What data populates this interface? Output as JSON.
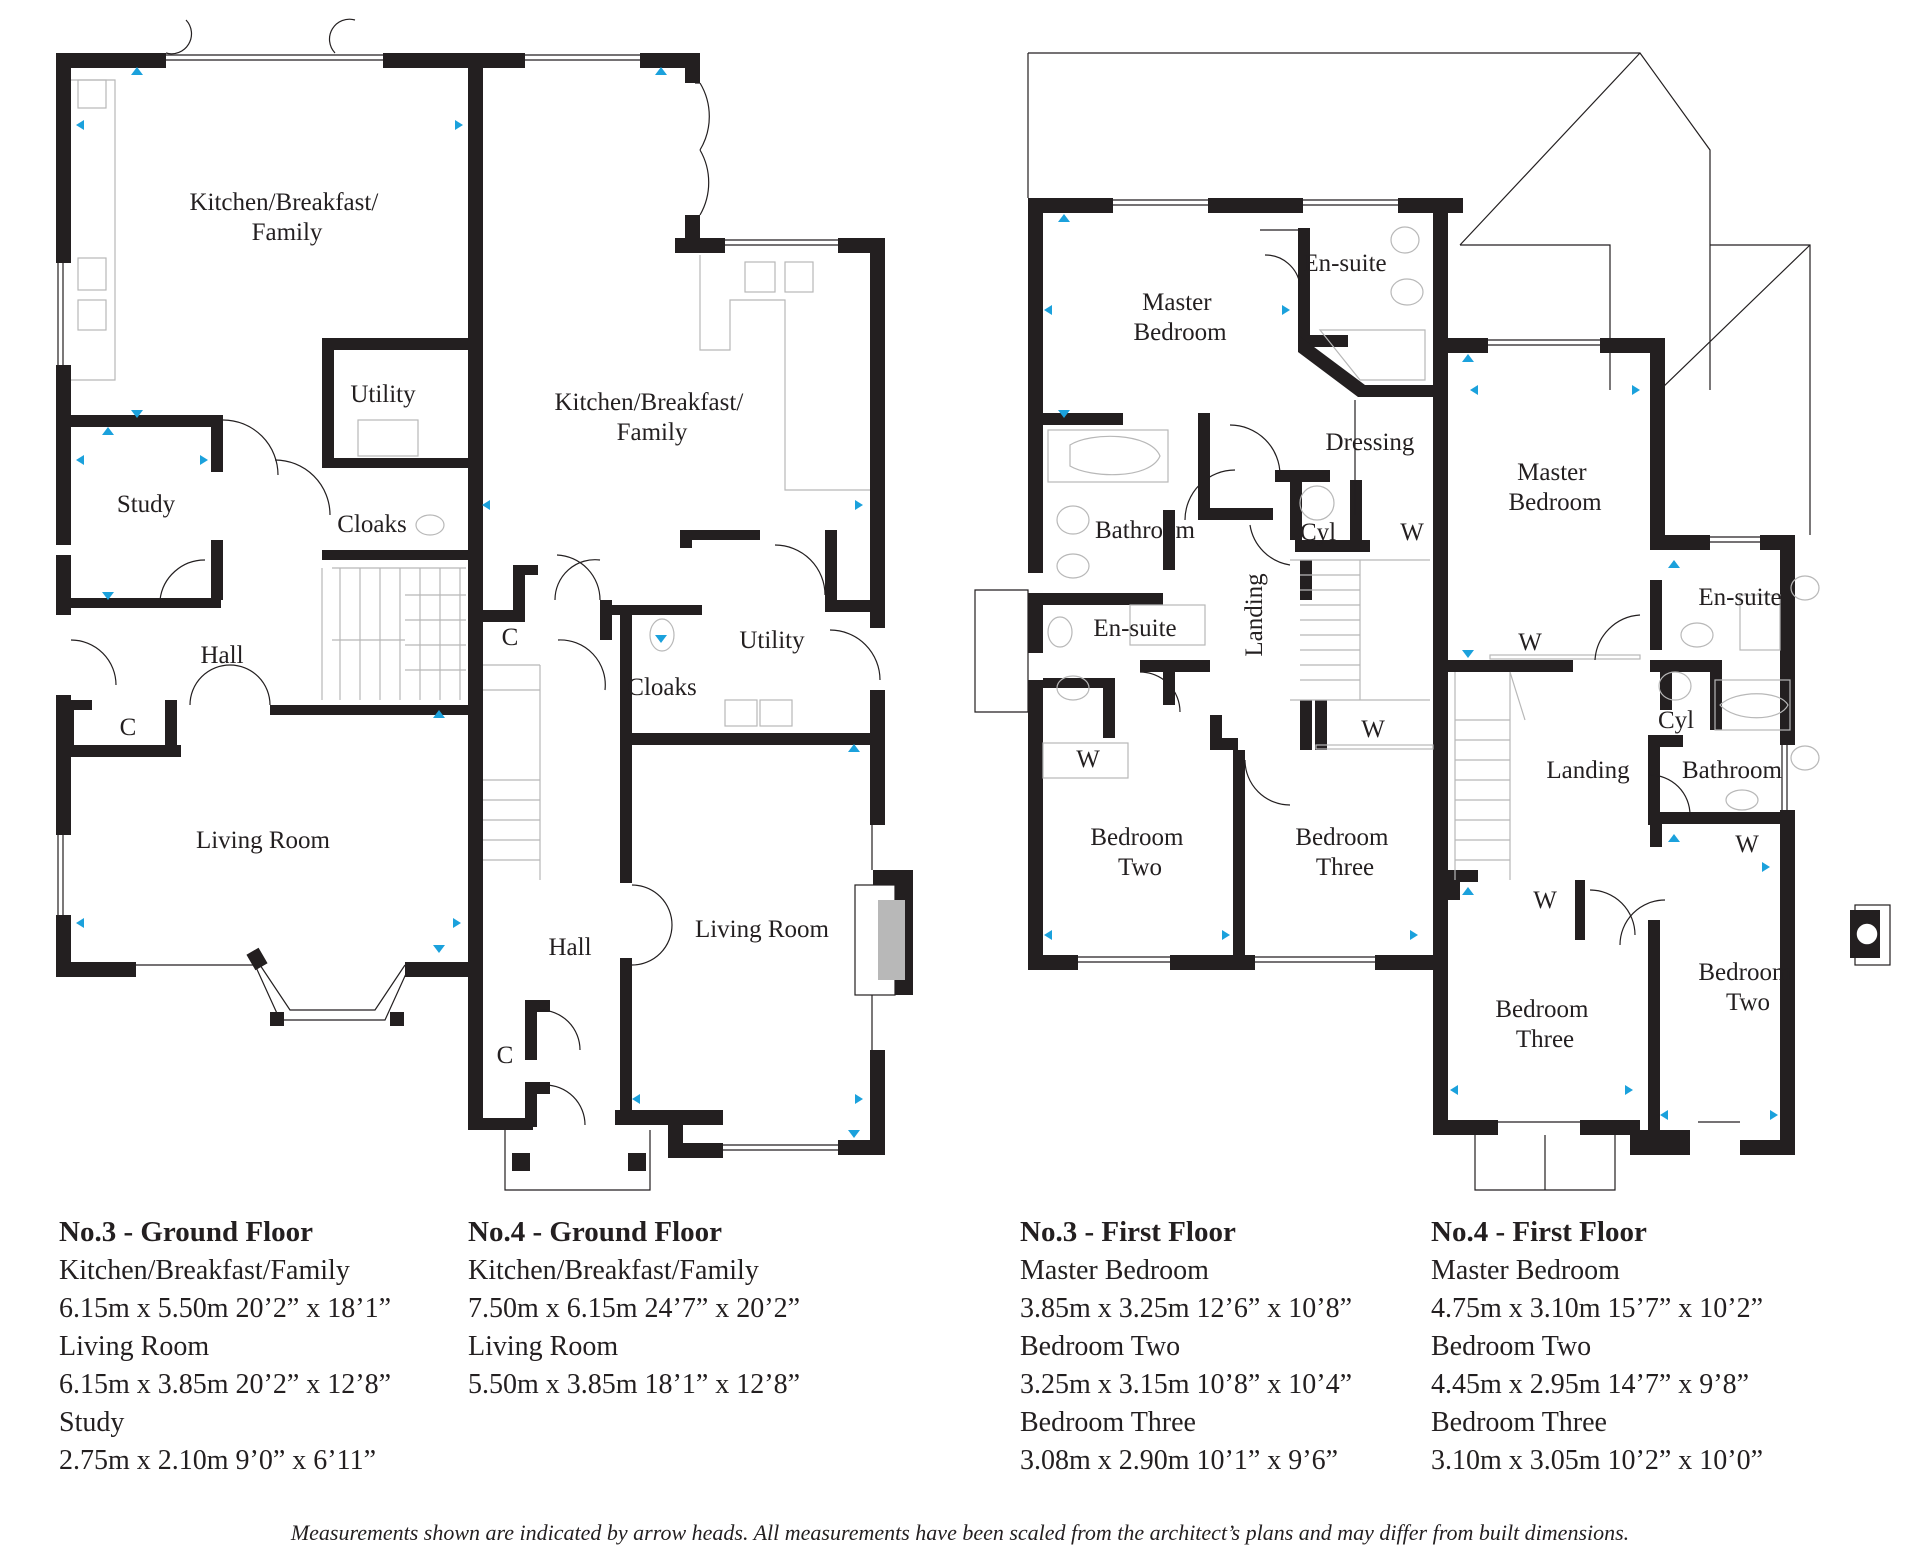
{
  "rooms": {
    "g3_kitchen": [
      "Kitchen/Breakfast/",
      "Family"
    ],
    "g3_utility": "Utility",
    "g3_study": "Study",
    "g3_cloaks": "Cloaks",
    "g3_hall": "Hall",
    "g3_c": "C",
    "g3_living": "Living Room",
    "g4_kitchen": [
      "Kitchen/Breakfast/",
      "Family"
    ],
    "g4_c1": "C",
    "g4_cloaks": "Cloaks",
    "g4_utility": "Utility",
    "g4_hall": "Hall",
    "g4_living": "Living Room",
    "g4_c2": "C",
    "f3_master": [
      "Master",
      "Bedroom"
    ],
    "f3_ensuite": "En-suite",
    "f3_dressing": "Dressing",
    "f3_bathroom": "Bathroom",
    "f3_cyl": "Cyl",
    "f3_w1": "W",
    "f3_ensuite2": "En-suite",
    "f3_landing": "Landing",
    "f3_w2": "W",
    "f3_w3": "W",
    "f3_bed2": [
      "Bedroom",
      "Two"
    ],
    "f3_bed3": [
      "Bedroom",
      "Three"
    ],
    "f4_master": [
      "Master",
      "Bedroom"
    ],
    "f4_ensuite": "En-suite",
    "f4_w1": "W",
    "f4_cyl": "Cyl",
    "f4_landing": "Landing",
    "f4_bathroom": "Bathroom",
    "f4_w2": "W",
    "f4_w3": "W",
    "f4_bed3": [
      "Bedroom",
      "Three"
    ],
    "f4_bed2": [
      "Bedroom",
      "Two"
    ]
  },
  "legends": [
    {
      "title": "No.3 - Ground Floor",
      "lines": [
        "Kitchen/Breakfast/Family",
        "6.15m x 5.50m  20’2” x 18’1”",
        "Living Room",
        "6.15m x 3.85m  20’2” x 12’8”",
        "Study",
        "2.75m x 2.10m  9’0” x 6’11”"
      ]
    },
    {
      "title": "No.4 - Ground Floor",
      "lines": [
        "Kitchen/Breakfast/Family",
        "7.50m x 6.15m  24’7” x 20’2”",
        "Living Room",
        "5.50m x 3.85m  18’1” x 12’8”"
      ]
    },
    {
      "title": "No.3 - First Floor",
      "lines": [
        "Master Bedroom",
        "3.85m x 3.25m  12’6” x 10’8”",
        "Bedroom Two",
        "3.25m x 3.15m  10’8” x 10’4”",
        "Bedroom Three",
        "3.08m x 2.90m  10’1” x 9’6”"
      ]
    },
    {
      "title": "No.4 - First Floor",
      "lines": [
        "Master Bedroom",
        "4.75m x 3.10m  15’7” x 10’2”",
        "Bedroom Two",
        "4.45m x 2.95m  14’7” x 9’8”",
        "Bedroom Three",
        "3.10m x 3.05m  10’2” x 10’0”"
      ]
    }
  ],
  "footnote": "Measurements shown are indicated by arrow heads. All measurements have been scaled from the architect’s plans and may differ from built dimensions.",
  "colors": {
    "wall": "#231f20",
    "arrow": "#1ba1dc",
    "fixture": "#b8b8b8"
  }
}
